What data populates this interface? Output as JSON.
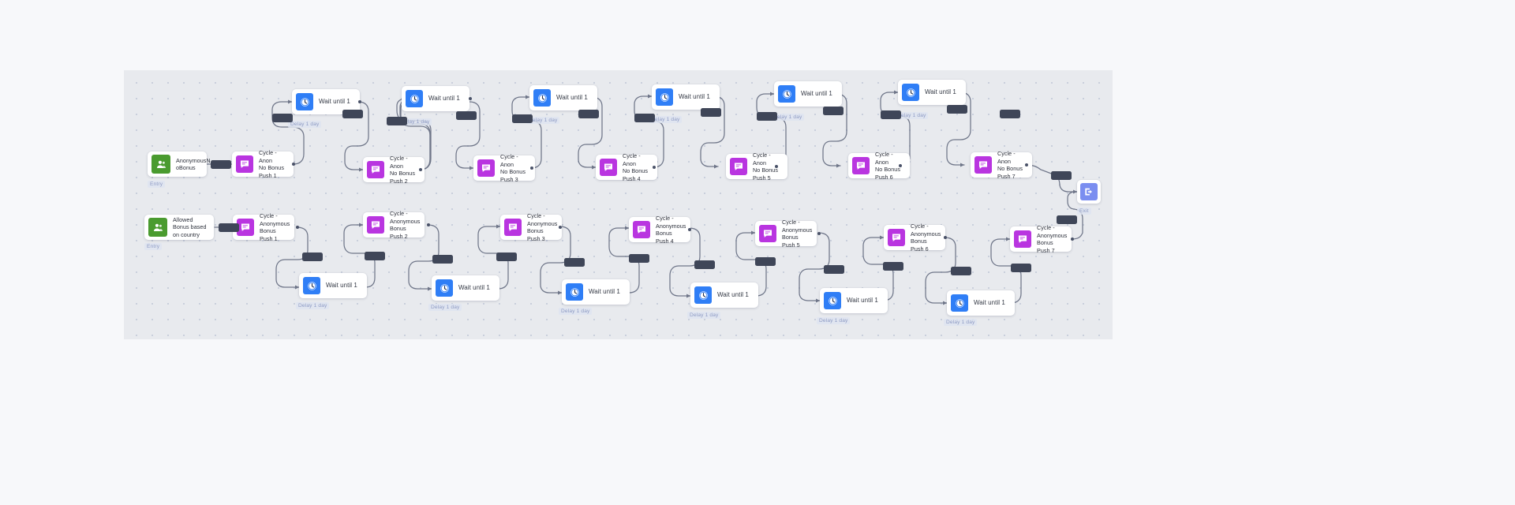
{
  "canvas": {
    "background_color": "#e8eaee",
    "page_background": "#f7f8fa",
    "dot_color": "#c9cfdc"
  },
  "colors": {
    "entry_icon": "#4a9b2f",
    "push_icon": "#b935e0",
    "wait_icon": "#2f7ef6",
    "exit_icon": "#7b8ef0",
    "connector_chip": "#3f4658",
    "edge_stroke": "#6f7689",
    "caption_text": "#8e9bc4"
  },
  "captions": {
    "entry": "Entry",
    "exit": "Exit",
    "delay": "Delay 1 day"
  },
  "rows": [
    {
      "id": "row-top",
      "entry": {
        "label": "AnonymousN\noBonus",
        "icon": "audience-icon",
        "caption": "Entry"
      },
      "pushes": [
        {
          "label": "Cycle - Anon\nNo Bonus\nPush 1",
          "icon": "push-message-icon"
        },
        {
          "label": "Cycle - Anon\nNo Bonus\nPush 2",
          "icon": "push-message-icon"
        },
        {
          "label": "Cycle - Anon\nNo Bonus\nPush 3",
          "icon": "push-message-icon"
        },
        {
          "label": "Cycle - Anon\nNo Bonus\nPush 4",
          "icon": "push-message-icon"
        },
        {
          "label": "Cycle - Anon\nNo Bonus\nPush 5",
          "icon": "push-message-icon"
        },
        {
          "label": "Cycle - Anon\nNo Bonus\nPush 6",
          "icon": "push-message-icon"
        },
        {
          "label": "Cycle - Anon\nNo Bonus\nPush 7",
          "icon": "push-message-icon"
        }
      ],
      "waits": [
        {
          "label": "Wait until 1",
          "icon": "clock-icon",
          "caption": "Delay 1 day"
        },
        {
          "label": "Wait until 1",
          "icon": "clock-icon",
          "caption": "Delay 1 day"
        },
        {
          "label": "Wait until 1",
          "icon": "clock-icon",
          "caption": "Delay 1 day"
        },
        {
          "label": "Wait until 1",
          "icon": "clock-icon",
          "caption": "Delay 1 day"
        },
        {
          "label": "Wait until 1",
          "icon": "clock-icon",
          "caption": "Delay 1 day"
        },
        {
          "label": "Wait until 1",
          "icon": "clock-icon",
          "caption": "Delay 1 day"
        }
      ]
    },
    {
      "id": "row-bottom",
      "entry": {
        "label": "Allowed\nBonus based\non country",
        "icon": "audience-icon",
        "caption": "Entry"
      },
      "pushes": [
        {
          "label": "Cycle -\nAnonymous\nBonus Push 1",
          "icon": "push-message-icon"
        },
        {
          "label": "Cycle -\nAnonymous\nBonus Push 2",
          "icon": "push-message-icon"
        },
        {
          "label": "Cycle -\nAnonymous\nBonus Push 3",
          "icon": "push-message-icon"
        },
        {
          "label": "Cycle -\nAnonymous\nBonus Push 4",
          "icon": "push-message-icon"
        },
        {
          "label": "Cycle -\nAnonymous\nBonus Push 5",
          "icon": "push-message-icon"
        },
        {
          "label": "Cycle -\nAnonymous\nBonus Push 6",
          "icon": "push-message-icon"
        },
        {
          "label": "Cycle -\nAnonymous\nBonus Push 7",
          "icon": "push-message-icon"
        }
      ],
      "waits": [
        {
          "label": "Wait until 1",
          "icon": "clock-icon",
          "caption": "Delay 1 day"
        },
        {
          "label": "Wait until 1",
          "icon": "clock-icon",
          "caption": "Delay 1 day"
        },
        {
          "label": "Wait until 1",
          "icon": "clock-icon",
          "caption": "Delay 1 day"
        },
        {
          "label": "Wait until 1",
          "icon": "clock-icon",
          "caption": "Delay 1 day"
        },
        {
          "label": "Wait until 1",
          "icon": "clock-icon",
          "caption": "Delay 1 day"
        },
        {
          "label": "Wait until 1",
          "icon": "clock-icon",
          "caption": "Delay 1 day"
        }
      ]
    }
  ],
  "exit_node": {
    "icon": "exit-icon",
    "caption": "Exit"
  }
}
